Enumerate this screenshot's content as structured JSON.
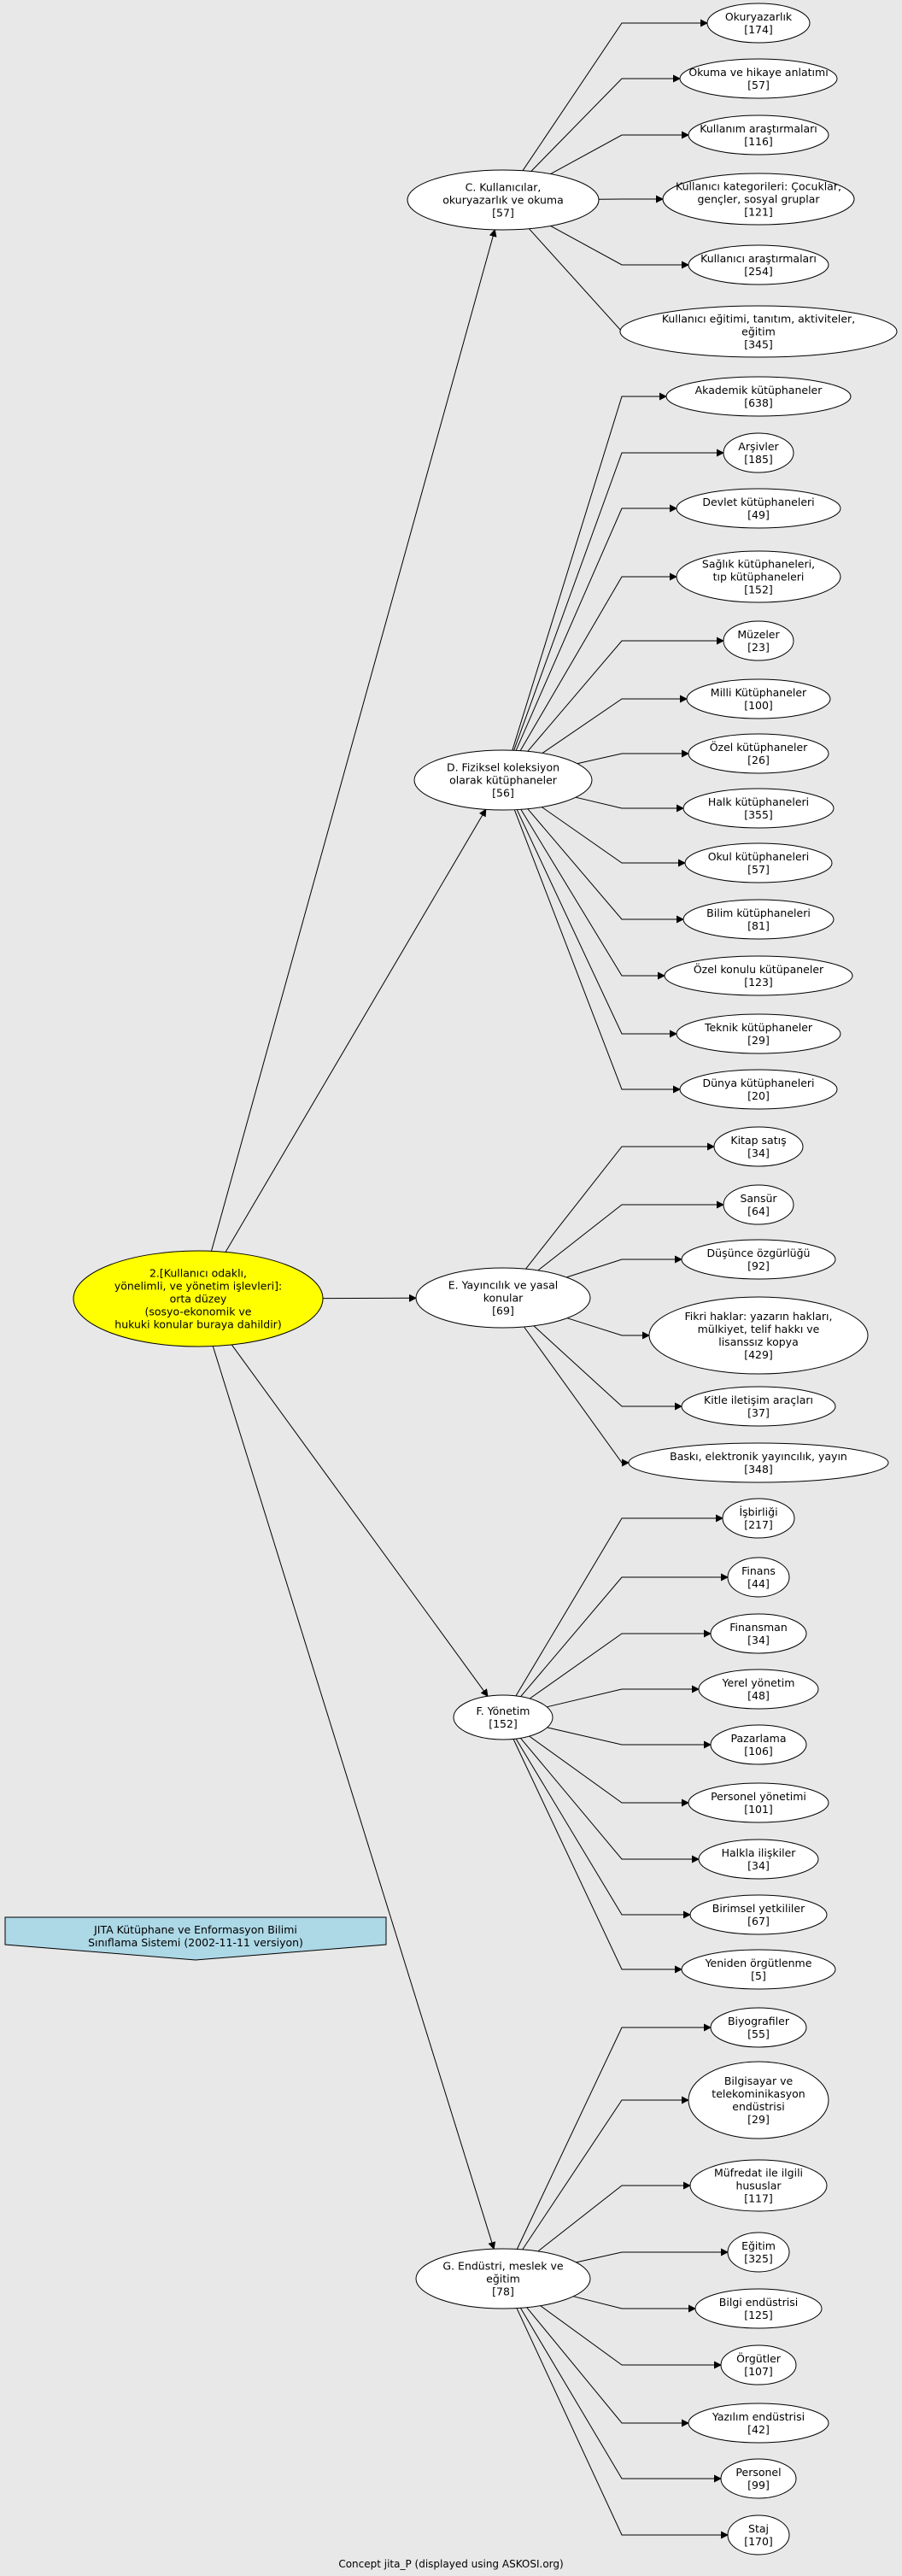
{
  "colors": {
    "background": "#e8e8e8",
    "root_fill": "#ffff00",
    "node_fill": "#ffffff",
    "stroke": "#000000",
    "scheme_fill": "#add8e6"
  },
  "root": {
    "lines": [
      "2.[Kullanıcı odaklı,",
      "yönelimli, ve yönetim işlevleri]:",
      "orta düzey",
      "(sosyo-ekonomik ve",
      "hukuki konular buraya dahildir)"
    ]
  },
  "scheme": {
    "lines": [
      "JITA Kütüphane ve Enformasyon Bilimi",
      "Sınıflama Sistemi (2002-11-11 versiyon)"
    ]
  },
  "footer": "Concept jita_P (displayed using ASKOSI.org)",
  "branches": [
    {
      "id": "c",
      "lines": [
        "C. Kullanıcılar,",
        "okuryazarlık ve okuma",
        "[57]"
      ],
      "children": [
        {
          "lines": [
            "Okuryazarlık",
            "[174]"
          ]
        },
        {
          "lines": [
            "Okuma ve hikaye anlatımı",
            "[57]"
          ]
        },
        {
          "lines": [
            "Kullanım araştırmaları",
            "[116]"
          ]
        },
        {
          "lines": [
            "Kullanıcı kategorileri: Çocuklar,",
            "gençler, sosyal gruplar",
            "[121]"
          ]
        },
        {
          "lines": [
            "Kullanıcı araştırmaları",
            "[254]"
          ]
        },
        {
          "lines": [
            "Kullanıcı eğitimi, tanıtım, aktiviteler,",
            "eğitim",
            "[345]"
          ]
        }
      ]
    },
    {
      "id": "d",
      "lines": [
        "D. Fiziksel koleksiyon",
        "olarak kütüphaneler",
        "[56]"
      ],
      "children": [
        {
          "lines": [
            "Akademik kütüphaneler",
            "[638]"
          ]
        },
        {
          "lines": [
            "Arşivler",
            "[185]"
          ]
        },
        {
          "lines": [
            "Devlet kütüphaneleri",
            "[49]"
          ]
        },
        {
          "lines": [
            "Sağlık kütüphaneleri,",
            "tıp kütüphaneleri",
            "[152]"
          ]
        },
        {
          "lines": [
            "Müzeler",
            "[23]"
          ]
        },
        {
          "lines": [
            "Milli Kütüphaneler",
            "[100]"
          ]
        },
        {
          "lines": [
            "Özel kütüphaneler",
            "[26]"
          ]
        },
        {
          "lines": [
            "Halk kütüphaneleri",
            "[355]"
          ]
        },
        {
          "lines": [
            "Okul kütüphaneleri",
            "[57]"
          ]
        },
        {
          "lines": [
            "Bilim kütüphaneleri",
            "[81]"
          ]
        },
        {
          "lines": [
            "Özel konulu kütüpaneler",
            "[123]"
          ]
        },
        {
          "lines": [
            "Teknik kütüphaneler",
            "[29]"
          ]
        },
        {
          "lines": [
            "Dünya kütüphaneleri",
            "[20]"
          ]
        }
      ]
    },
    {
      "id": "e",
      "lines": [
        "E. Yayıncılık ve yasal",
        "konular",
        "[69]"
      ],
      "children": [
        {
          "lines": [
            "Kitap satış",
            "[34]"
          ]
        },
        {
          "lines": [
            "Sansür",
            "[64]"
          ]
        },
        {
          "lines": [
            "Düşünce özgürlüğü",
            "[92]"
          ]
        },
        {
          "lines": [
            "Fikri haklar: yazarın hakları,",
            "mülkiyet, telif hakkı ve",
            "lisanssız kopya",
            "[429]"
          ]
        },
        {
          "lines": [
            "Kitle iletişim araçları",
            "[37]"
          ]
        },
        {
          "lines": [
            "Baskı, elektronik yayıncılık, yayın",
            "[348]"
          ]
        }
      ]
    },
    {
      "id": "f",
      "lines": [
        "F. Yönetim",
        "[152]"
      ],
      "children": [
        {
          "lines": [
            "İşbirliği",
            "[217]"
          ]
        },
        {
          "lines": [
            "Finans",
            "[44]"
          ]
        },
        {
          "lines": [
            "Finansman",
            "[34]"
          ]
        },
        {
          "lines": [
            "Yerel yönetim",
            "[48]"
          ]
        },
        {
          "lines": [
            "Pazarlama",
            "[106]"
          ]
        },
        {
          "lines": [
            "Personel yönetimi",
            "[101]"
          ]
        },
        {
          "lines": [
            "Halkla ilişkiler",
            "[34]"
          ]
        },
        {
          "lines": [
            "Birimsel yetkililer",
            "[67]"
          ]
        },
        {
          "lines": [
            "Yeniden örgütlenme",
            "[5]"
          ]
        }
      ]
    },
    {
      "id": "g",
      "lines": [
        "G. Endüstri, meslek ve",
        "eğitim",
        "[78]"
      ],
      "children": [
        {
          "lines": [
            "Biyografiler",
            "[55]"
          ]
        },
        {
          "lines": [
            "Bilgisayar ve",
            "telekominikasyon",
            "endüstrisi",
            "[29]"
          ]
        },
        {
          "lines": [
            "Müfredat ile ilgili",
            "hususlar",
            "[117]"
          ]
        },
        {
          "lines": [
            "Eğitim",
            "[325]"
          ]
        },
        {
          "lines": [
            "Bilgi endüstrisi",
            "[125]"
          ]
        },
        {
          "lines": [
            "Örgütler",
            "[107]"
          ]
        },
        {
          "lines": [
            "Yazılım endüstrisi",
            "[42]"
          ]
        },
        {
          "lines": [
            "Personel",
            "[99]"
          ]
        },
        {
          "lines": [
            "Staj",
            "[170]"
          ]
        }
      ]
    }
  ]
}
